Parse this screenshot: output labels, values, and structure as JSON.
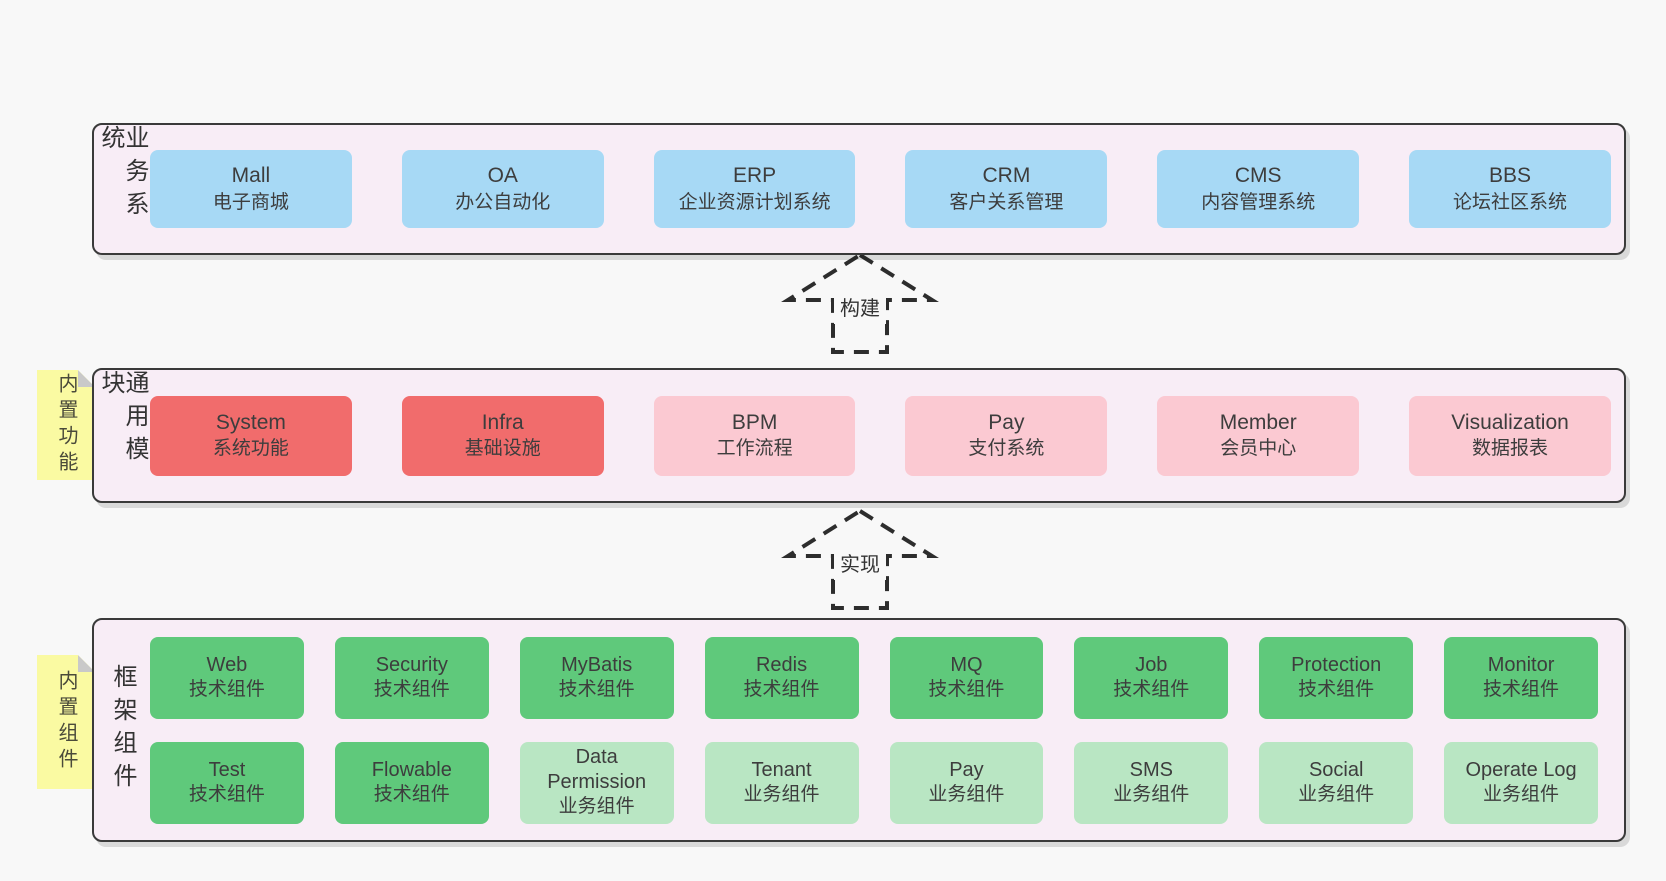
{
  "bands": [
    {
      "label": "业务系统",
      "boxes": [
        {
          "name": "Mall",
          "desc": "电子商城"
        },
        {
          "name": "OA",
          "desc": "办公自动化"
        },
        {
          "name": "ERP",
          "desc": "企业资源计划系统"
        },
        {
          "name": "CRM",
          "desc": "客户关系管理"
        },
        {
          "name": "CMS",
          "desc": "内容管理系统"
        },
        {
          "name": "BBS",
          "desc": "论坛社区系统"
        }
      ]
    },
    {
      "sticky": "内置功能",
      "label": "通用模块",
      "boxes": [
        {
          "name": "System",
          "desc": "系统功能"
        },
        {
          "name": "Infra",
          "desc": "基础设施"
        },
        {
          "name": "BPM",
          "desc": "工作流程"
        },
        {
          "name": "Pay",
          "desc": "支付系统"
        },
        {
          "name": "Member",
          "desc": "会员中心"
        },
        {
          "name": "Visualization",
          "desc": "数据报表"
        }
      ]
    },
    {
      "sticky": "内置组件",
      "label": "框架组件",
      "rows": [
        [
          {
            "name": "Web",
            "desc": "技术组件"
          },
          {
            "name": "Security",
            "desc": "技术组件"
          },
          {
            "name": "MyBatis",
            "desc": "技术组件"
          },
          {
            "name": "Redis",
            "desc": "技术组件"
          },
          {
            "name": "MQ",
            "desc": "技术组件"
          },
          {
            "name": "Job",
            "desc": "技术组件"
          },
          {
            "name": "Protection",
            "desc": "技术组件"
          },
          {
            "name": "Monitor",
            "desc": "技术组件"
          }
        ],
        [
          {
            "name": "Test",
            "desc": "技术组件"
          },
          {
            "name": "Flowable",
            "desc": "技术组件"
          },
          {
            "name": "Data Permission",
            "desc": "业务组件"
          },
          {
            "name": "Tenant",
            "desc": "业务组件"
          },
          {
            "name": "Pay",
            "desc": "业务组件"
          },
          {
            "name": "SMS",
            "desc": "业务组件"
          },
          {
            "name": "Social",
            "desc": "业务组件"
          },
          {
            "name": "Operate Log",
            "desc": "业务组件"
          }
        ]
      ]
    }
  ],
  "arrows": [
    {
      "label": "构建"
    },
    {
      "label": "实现"
    }
  ],
  "colors": {
    "page_bg": "#f8f8f8",
    "band_bg": "#f8edf6",
    "band_border": "#3a3a3a",
    "box_blue": "#a7d9f5",
    "box_red": "#f16c6c",
    "box_pink": "#fbc9d2",
    "box_green": "#5fc97b",
    "box_light_green": "#b9e6c3",
    "sticky_yellow": "#fafaa2",
    "text": "#3d3d3d"
  }
}
